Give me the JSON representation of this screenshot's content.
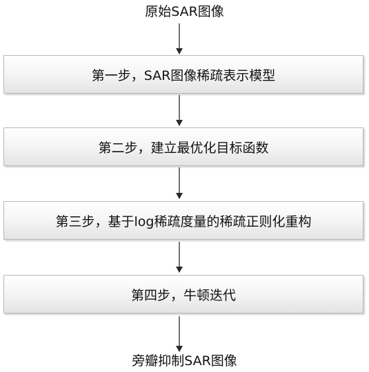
{
  "flowchart": {
    "start_label": "原始SAR图像",
    "end_label": "旁瓣抑制SAR图像",
    "steps": [
      {
        "label": "第一步，SAR图像稀疏表示模型"
      },
      {
        "label": "第二步，建立最优化目标函数"
      },
      {
        "label": "第三步，基于log稀疏度量的稀疏正则化重构"
      },
      {
        "label": "第四步，牛顿迭代"
      }
    ],
    "colors": {
      "box_border": "#b9b9b9",
      "box_fill_top": "#ffffff",
      "box_fill_bottom": "#e4e4e4",
      "arrow": "#2a2a2a",
      "text": "#111111"
    }
  }
}
